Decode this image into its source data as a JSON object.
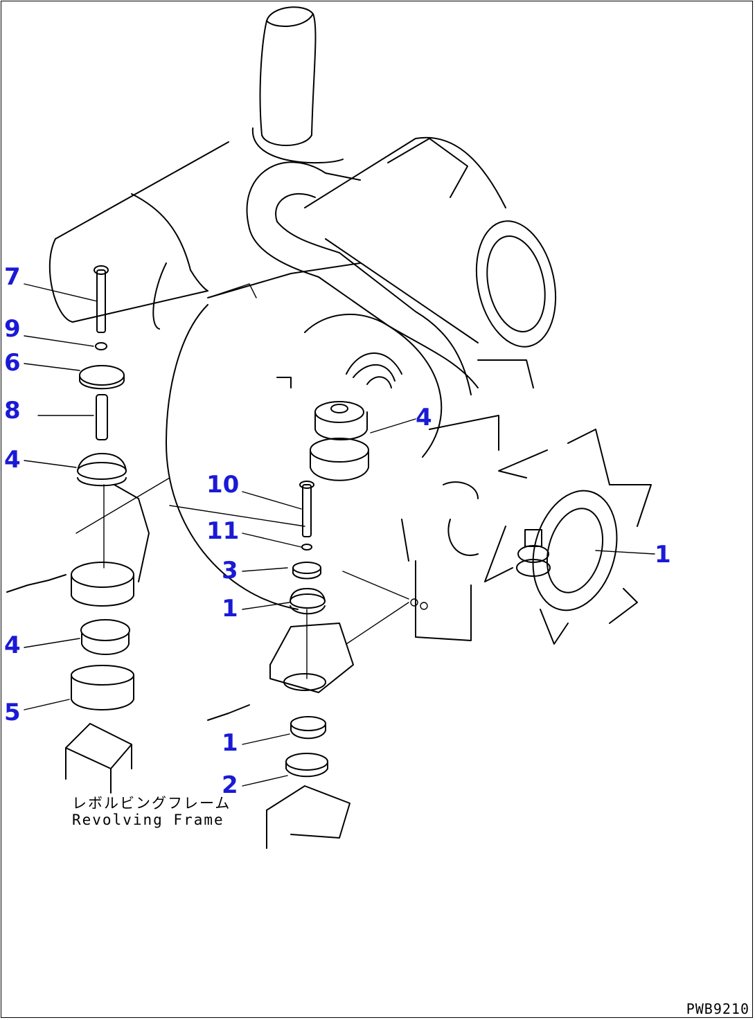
{
  "diagram": {
    "callouts": [
      {
        "id": "c7",
        "label": "7"
      },
      {
        "id": "c9",
        "label": "9"
      },
      {
        "id": "c6",
        "label": "6"
      },
      {
        "id": "c8",
        "label": "8"
      },
      {
        "id": "c4a",
        "label": "4"
      },
      {
        "id": "c4b",
        "label": "4"
      },
      {
        "id": "c5",
        "label": "5"
      },
      {
        "id": "c4c",
        "label": "4"
      },
      {
        "id": "c10",
        "label": "10"
      },
      {
        "id": "c11",
        "label": "11"
      },
      {
        "id": "c3",
        "label": "3"
      },
      {
        "id": "c1a",
        "label": "1"
      },
      {
        "id": "c1b",
        "label": "1"
      },
      {
        "id": "c2",
        "label": "2"
      },
      {
        "id": "c1c",
        "label": "1"
      }
    ],
    "frame_label_jp": "レボルビングフレーム",
    "frame_label_en": "Revolving Frame",
    "drawing_code": "PWB9210"
  },
  "colors": {
    "callout": "#1a1ad6",
    "line": "#000000",
    "background": "#ffffff"
  }
}
